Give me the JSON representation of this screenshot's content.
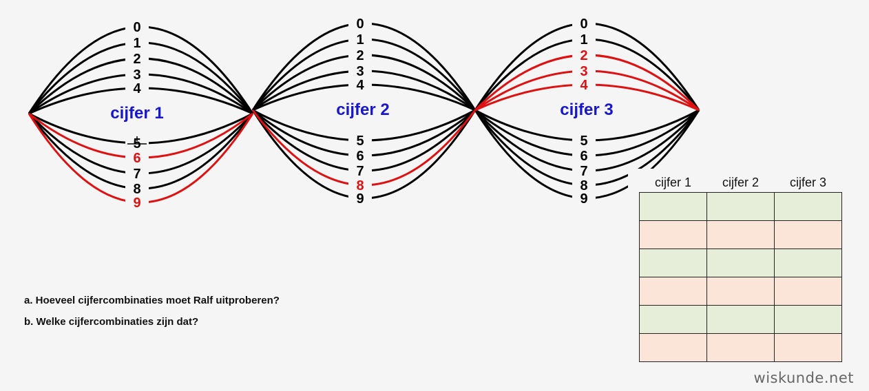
{
  "diagram": {
    "colors": {
      "line": "#000000",
      "highlight": "#dd1111",
      "title": "#1818c8"
    },
    "wheels": [
      {
        "title": "cijfer 1",
        "top_digits": [
          {
            "label": "0",
            "highlighted": false
          },
          {
            "label": "1",
            "highlighted": false
          },
          {
            "label": "2",
            "highlighted": false
          },
          {
            "label": "3",
            "highlighted": false
          },
          {
            "label": "4",
            "highlighted": false
          }
        ],
        "bottom_digits": [
          {
            "label": "5",
            "highlighted": false,
            "struck": true
          },
          {
            "label": "6",
            "highlighted": true
          },
          {
            "label": "7",
            "highlighted": false
          },
          {
            "label": "8",
            "highlighted": false
          },
          {
            "label": "9",
            "highlighted": true
          }
        ]
      },
      {
        "title": "cijfer 2",
        "top_digits": [
          {
            "label": "0",
            "highlighted": false
          },
          {
            "label": "1",
            "highlighted": false
          },
          {
            "label": "2",
            "highlighted": false
          },
          {
            "label": "3",
            "highlighted": false
          },
          {
            "label": "4",
            "highlighted": false
          }
        ],
        "bottom_digits": [
          {
            "label": "5",
            "highlighted": false
          },
          {
            "label": "6",
            "highlighted": false
          },
          {
            "label": "7",
            "highlighted": false
          },
          {
            "label": "8",
            "highlighted": true
          },
          {
            "label": "9",
            "highlighted": false
          }
        ]
      },
      {
        "title": "cijfer 3",
        "top_digits": [
          {
            "label": "0",
            "highlighted": false
          },
          {
            "label": "1",
            "highlighted": false
          },
          {
            "label": "2",
            "highlighted": true
          },
          {
            "label": "3",
            "highlighted": true
          },
          {
            "label": "4",
            "highlighted": true
          }
        ],
        "bottom_digits": [
          {
            "label": "5",
            "highlighted": false
          },
          {
            "label": "6",
            "highlighted": false
          },
          {
            "label": "7",
            "highlighted": false
          },
          {
            "label": "8",
            "highlighted": false
          },
          {
            "label": "9",
            "highlighted": false
          }
        ]
      }
    ]
  },
  "questions": {
    "a": "a. Hoeveel cijfercombinaties moet Ralf uitproberen?",
    "b": "b. Welke cijfercombinaties zijn dat?"
  },
  "table": {
    "headers": [
      "cijfer 1",
      "cijfer 2",
      "cijfer 3"
    ],
    "row_colors": [
      "green",
      "peach",
      "green",
      "peach",
      "green",
      "peach"
    ]
  },
  "brand": "wiskunde.net"
}
